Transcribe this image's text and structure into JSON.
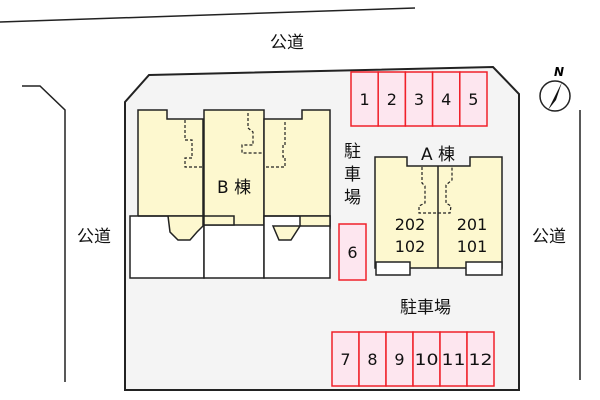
{
  "roads": {
    "top": "公道",
    "left": "公道",
    "right": "公道"
  },
  "buildings": {
    "a": {
      "label": "A 棟",
      "units": [
        "202",
        "102",
        "201",
        "101"
      ]
    },
    "b": {
      "label": "B 棟"
    }
  },
  "parking": {
    "label_vertical": [
      "駐",
      "車",
      "場"
    ],
    "label_bottom": "駐車場",
    "spots": [
      "1",
      "2",
      "3",
      "4",
      "5",
      "6",
      "7",
      "8",
      "9",
      "10",
      "11",
      "12"
    ]
  },
  "compass": {
    "label": "N"
  },
  "colors": {
    "parking_fill": "#fde6ef",
    "parking_stroke": "#f0202a",
    "building_fill": "#fdf8cf",
    "site_fill": "#f4f4f4"
  }
}
